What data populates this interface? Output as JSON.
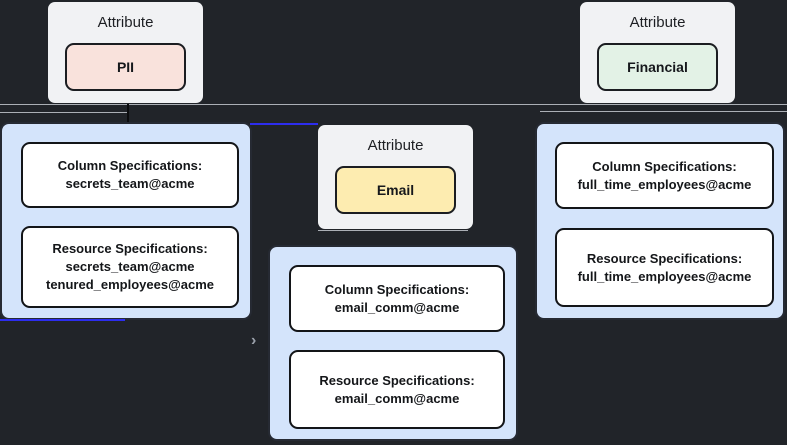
{
  "diagram": {
    "attributes": [
      {
        "label": "Attribute",
        "value": "PII",
        "fill": "#f9e2dc"
      },
      {
        "label": "Attribute",
        "value": "Financial",
        "fill": "#e3f2e6"
      },
      {
        "label": "Attribute",
        "value": "Email",
        "fill": "#fdecb0"
      }
    ],
    "groups": [
      {
        "boxes": [
          {
            "title": "Column Specifications:",
            "lines": [
              "secrets_team@acme"
            ]
          },
          {
            "title": "Resource Specifications:",
            "lines": [
              "secrets_team@acme",
              "tenured_employees@acme"
            ]
          }
        ]
      },
      {
        "boxes": [
          {
            "title": "Column Specifications:",
            "lines": [
              "email_comm@acme"
            ]
          },
          {
            "title": "Resource Specifications:",
            "lines": [
              "email_comm@acme"
            ]
          }
        ]
      },
      {
        "boxes": [
          {
            "title": "Column Specifications:",
            "lines": [
              "full_time_employees@acme"
            ]
          },
          {
            "title": "Resource Specifications:",
            "lines": [
              "full_time_employees@acme"
            ]
          }
        ]
      }
    ],
    "icons": {
      "edge_arrow": "›"
    },
    "colors": {
      "background": "#212429",
      "attribute_card": "#f1f2f4",
      "group_fill": "#d4e4fb",
      "spec_box_fill": "#ffffff",
      "edge_blue": "#2d2dee",
      "edge_light": "#ced2d8"
    }
  }
}
